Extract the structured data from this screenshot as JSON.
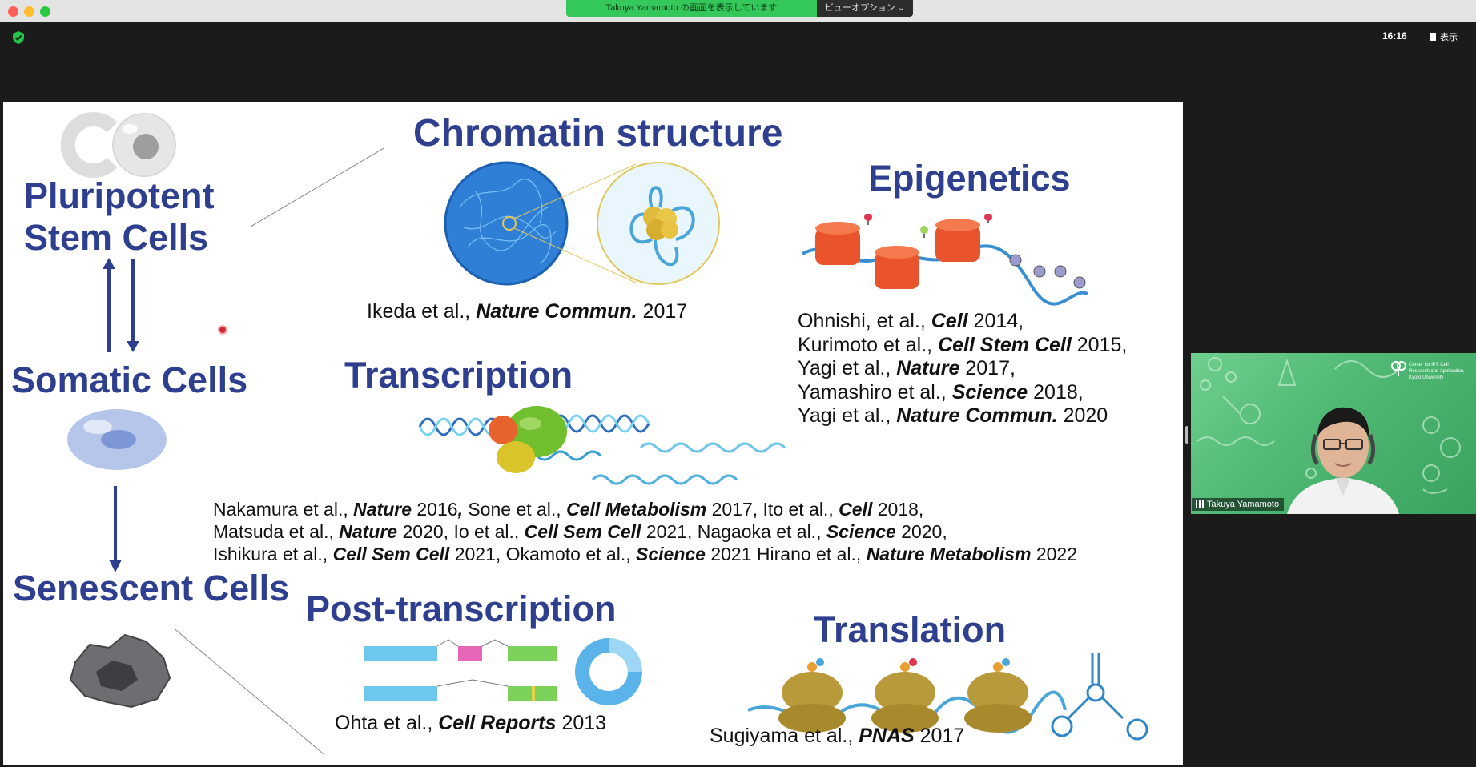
{
  "window": {
    "share_banner": "Takuya Yamamoto の画面を表示しています",
    "view_options": "ビューオプション ⌄",
    "clock": "16:16",
    "view_button": "表示"
  },
  "slide": {
    "left_column": {
      "pluripotent_line1": "Pluripotent",
      "pluripotent_line2": "Stem Cells",
      "somatic": "Somatic Cells",
      "senescent": "Senescent Cells"
    },
    "chromatin": {
      "heading": "Chromatin structure",
      "ref": {
        "authors": "Ikeda et al., ",
        "journal": "Nature Commun.",
        "year": " 2017"
      }
    },
    "epigenetics": {
      "heading": "Epigenetics",
      "refs": [
        {
          "authors": "Ohnishi, et al., ",
          "journal": "Cell",
          "year": " 2014,"
        },
        {
          "authors": "Kurimoto et al., ",
          "journal": "Cell Stem Cell",
          "year": " 2015,"
        },
        {
          "authors": "Yagi et al., ",
          "journal": "Nature",
          "year": " 2017,"
        },
        {
          "authors": "Yamashiro et al., ",
          "journal": "Science",
          "year": " 2018,"
        },
        {
          "authors": "Yagi et al., ",
          "journal": "Nature Commun.",
          "year": " 2020"
        }
      ]
    },
    "transcription": {
      "heading": "Transcription",
      "line1": {
        "a1": "Nakamura et al., ",
        "j1": "Nature",
        "y1": " 2016",
        "sep": ",",
        "a2": " Sone et al., ",
        "j2": "Cell Metabolism",
        "y2": " 2017, Ito et al., ",
        "j3": "Cell",
        "y3": " 2018,"
      },
      "line2": {
        "a1": "Matsuda et al., ",
        "j1": "Nature",
        "y1": " 2020, Io et al., ",
        "j2": "Cell Sem Cell",
        "y2": " 2021, Nagaoka et al., ",
        "j3": "Science",
        "y3": " 2020,"
      },
      "line3": {
        "a1": "Ishikura et al., ",
        "j1": "Cell Sem Cell",
        "y1": " 2021, Okamoto et al., ",
        "j2": "Science",
        "y2": " 2021 Hirano et al., ",
        "j3": "Nature Metabolism",
        "y3": " 2022"
      }
    },
    "post_transcription": {
      "heading": "Post-transcription",
      "ref": {
        "authors": "Ohta et al., ",
        "journal": "Cell Reports",
        "year": " 2013"
      }
    },
    "translation": {
      "heading": "Translation",
      "ref": {
        "authors": "Sugiyama et al., ",
        "journal": "PNAS",
        "year": " 2017"
      }
    }
  },
  "video": {
    "participant_name": "Takuya Yamamoto",
    "logo_line1": "Center for iPS Cell",
    "logo_line2": "Research and Application,",
    "logo_line3": "Kyoto University"
  },
  "colors": {
    "heading": "#2e3f8f",
    "share_green": "#34c759",
    "video_bg": "#4fb873"
  }
}
